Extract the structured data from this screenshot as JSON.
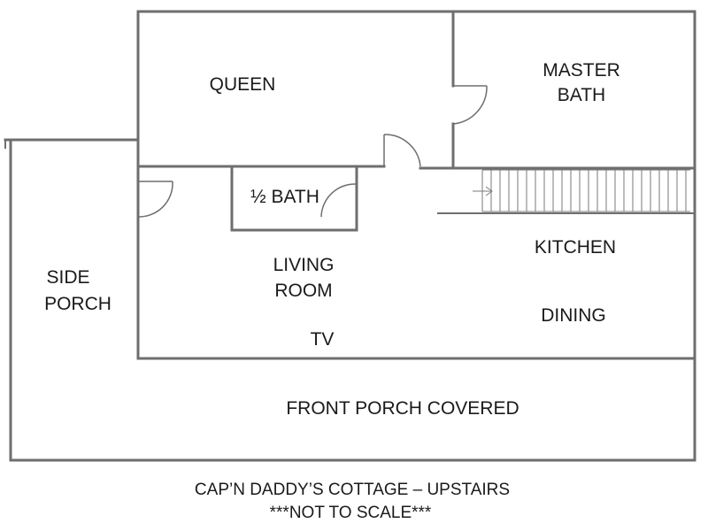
{
  "plan": {
    "rooms": {
      "queen": "QUEEN",
      "master_bath_1": "MASTER",
      "master_bath_2": "BATH",
      "half_bath": "½ BATH",
      "side_porch_1": "SIDE",
      "side_porch_2": "PORCH",
      "living_room_1": "LIVING",
      "living_room_2": "ROOM",
      "tv": "TV",
      "kitchen": "KITCHEN",
      "dining": "DINING",
      "front_porch": "FRONT PORCH COVERED"
    },
    "caption": {
      "line1": "CAP’N DADDY’S COTTAGE – UPSTAIRS",
      "line2": "***NOT TO SCALE***"
    }
  }
}
